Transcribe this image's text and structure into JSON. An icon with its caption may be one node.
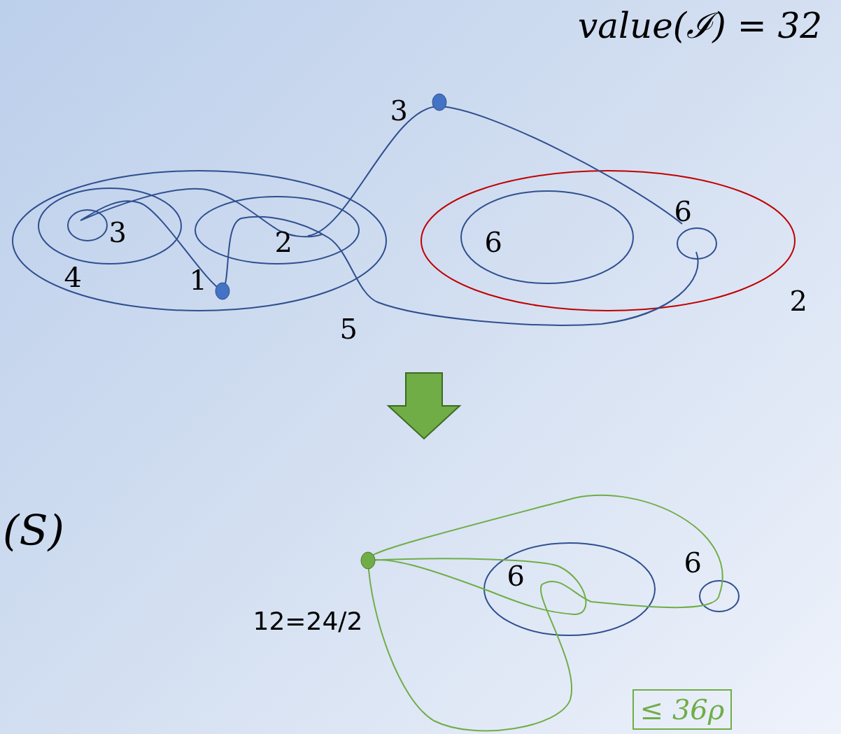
{
  "diagram": {
    "nodes": [
      {
        "text": [
          "≤ 36ρ"
        ]
      }
    ],
    "labels": [
      "value(ℐ) = 32",
      "3",
      "3",
      "6",
      "2",
      "4",
      "6",
      "1",
      "2",
      "5",
      "(S)",
      "6",
      "6",
      "12=24/2"
    ]
  }
}
